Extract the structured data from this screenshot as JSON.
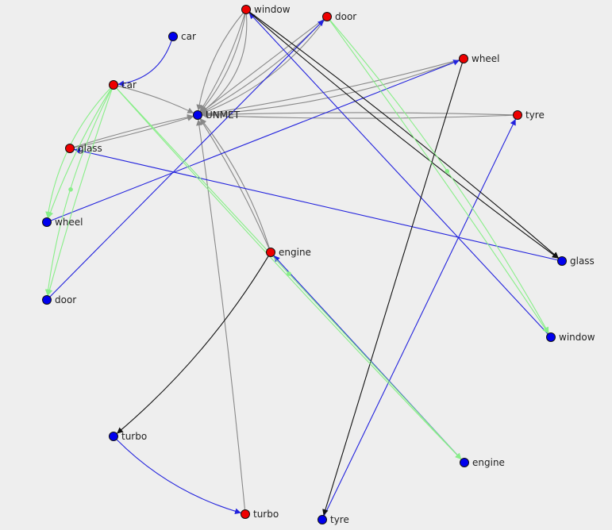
{
  "colors": {
    "background": "#eeeeee",
    "node_red": "#ee0000",
    "node_blue": "#0000ee",
    "edge_gray": "#888888",
    "edge_blue": "#2222dd",
    "edge_black": "#111111",
    "edge_green": "#88ee88"
  },
  "nodes": [
    {
      "id": "window_r",
      "label": "window",
      "color": "red"
    },
    {
      "id": "door_r",
      "label": "door",
      "color": "red"
    },
    {
      "id": "car_b",
      "label": "car",
      "color": "blue"
    },
    {
      "id": "wheel_r",
      "label": "wheel",
      "color": "red"
    },
    {
      "id": "car_r",
      "label": "car",
      "color": "red"
    },
    {
      "id": "unmet",
      "label": "UNMET",
      "color": "blue"
    },
    {
      "id": "tyre_r",
      "label": "tyre",
      "color": "red"
    },
    {
      "id": "glass_r",
      "label": "glass",
      "color": "red"
    },
    {
      "id": "wheel_b",
      "label": "wheel",
      "color": "blue"
    },
    {
      "id": "engine_r",
      "label": "engine",
      "color": "red"
    },
    {
      "id": "glass_b",
      "label": "glass",
      "color": "blue"
    },
    {
      "id": "door_b",
      "label": "door",
      "color": "blue"
    },
    {
      "id": "window_b",
      "label": "window",
      "color": "blue"
    },
    {
      "id": "turbo_b",
      "label": "turbo",
      "color": "blue"
    },
    {
      "id": "engine_b",
      "label": "engine",
      "color": "blue"
    },
    {
      "id": "turbo_r",
      "label": "turbo",
      "color": "red"
    },
    {
      "id": "tyre_b",
      "label": "tyre",
      "color": "blue"
    }
  ],
  "edges": [
    {
      "from": "window_r",
      "to": "unmet",
      "color": "gray"
    },
    {
      "from": "door_r",
      "to": "unmet",
      "color": "gray"
    },
    {
      "from": "wheel_r",
      "to": "unmet",
      "color": "gray"
    },
    {
      "from": "tyre_r",
      "to": "unmet",
      "color": "gray"
    },
    {
      "from": "car_r",
      "to": "unmet",
      "color": "gray"
    },
    {
      "from": "glass_r",
      "to": "unmet",
      "color": "gray"
    },
    {
      "from": "engine_r",
      "to": "unmet",
      "color": "gray"
    },
    {
      "from": "turbo_r",
      "to": "unmet",
      "color": "gray"
    },
    {
      "from": "car_b",
      "to": "car_r",
      "color": "blue"
    },
    {
      "from": "door_b",
      "to": "door_r",
      "color": "blue"
    },
    {
      "from": "wheel_b",
      "to": "wheel_r",
      "color": "blue"
    },
    {
      "from": "glass_b",
      "to": "glass_r",
      "color": "blue"
    },
    {
      "from": "window_b",
      "to": "window_r",
      "color": "blue"
    },
    {
      "from": "engine_b",
      "to": "engine_r",
      "color": "blue"
    },
    {
      "from": "tyre_b",
      "to": "tyre_r",
      "color": "blue"
    },
    {
      "from": "turbo_b",
      "to": "turbo_r",
      "color": "blue"
    },
    {
      "from": "window_r",
      "to": "glass_b",
      "color": "black"
    },
    {
      "from": "wheel_r",
      "to": "tyre_b",
      "color": "black"
    },
    {
      "from": "engine_r",
      "to": "turbo_b",
      "color": "black"
    },
    {
      "from": "car_r",
      "to": "wheel_b",
      "color": "green"
    },
    {
      "from": "car_r",
      "to": "door_b",
      "color": "green"
    },
    {
      "from": "car_r",
      "to": "engine_b",
      "color": "green"
    },
    {
      "from": "door_r",
      "to": "window_b",
      "color": "green"
    }
  ]
}
